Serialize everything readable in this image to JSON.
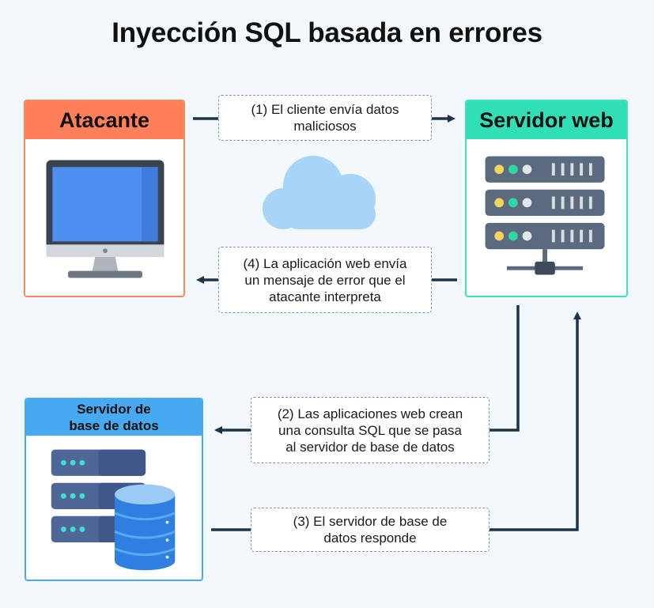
{
  "title": "Inyección SQL basada en errores",
  "nodes": {
    "attacker": {
      "label": "Atacante",
      "color": "#ff7f5a",
      "icon": "monitor-icon"
    },
    "web_server": {
      "label": "Servidor web",
      "color": "#31dfb7",
      "icon": "server-rack-icon"
    },
    "db_server": {
      "label": "Servidor de\nbase de datos",
      "color": "#47aaf0",
      "icon": "database-server-icon"
    }
  },
  "cloud_icon": "cloud-icon",
  "steps": [
    {
      "id": 1,
      "text": "(1) El cliente envía datos\nmaliciosos"
    },
    {
      "id": 2,
      "text": "(2) Las aplicaciones web crean\nuna consulta SQL que se pasa\nal servidor de base de datos"
    },
    {
      "id": 3,
      "text": "(3) El servidor de base de\ndatos responde"
    },
    {
      "id": 4,
      "text": "(4) La aplicación web envía\nun mensaje de error que el\natacante interpreta"
    }
  ],
  "colors": {
    "arrow": "#1d3448",
    "background": "#f3f8fc"
  }
}
